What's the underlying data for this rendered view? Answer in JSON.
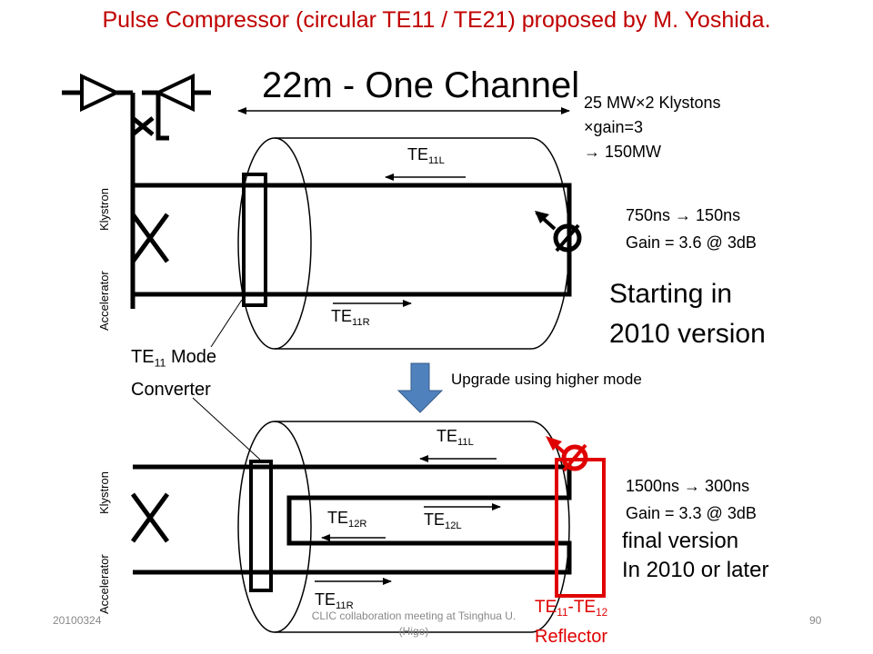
{
  "title": "Pulse Compressor (circular TE11 / TE21) proposed by M. Yoshida.",
  "channel_label": "22m - One Channel",
  "klystron_info": [
    "25 MW×2 Klystons",
    "×gain=3",
    "→ 150MW"
  ],
  "top": {
    "te_top": {
      "base": "TE",
      "sub": "11L"
    },
    "te_bottom": {
      "base": "TE",
      "sub": "11R"
    },
    "timing": "750ns → 150ns",
    "gain": "Gain = 3.6 @ 3dB",
    "version": [
      "Starting in",
      "2010 version"
    ],
    "klystron_label": "Klystron",
    "accelerator_label": "Accelerator"
  },
  "mode_converter": {
    "base": "TE",
    "sub": "11",
    "rest": " Mode",
    "line2": "Converter"
  },
  "upgrade_label": "Upgrade using higher mode",
  "bottom": {
    "te_11l": {
      "base": "TE",
      "sub": "11L"
    },
    "te_12r": {
      "base": "TE",
      "sub": "12R"
    },
    "te_12l": {
      "base": "TE",
      "sub": "12L"
    },
    "te_11r": {
      "base": "TE",
      "sub": "11R"
    },
    "timing": "1500ns → 300ns",
    "gain": "Gain = 3.3 @ 3dB",
    "version": [
      "final version",
      "In 2010 or later"
    ],
    "klystron_label": "Klystron",
    "accelerator_label": "Accelerator"
  },
  "reflector": {
    "base1": "TE",
    "sub1": "11",
    "mid": "-TE",
    "sub2": "12",
    "line2": "Reflector"
  },
  "footer": {
    "date": "20100324",
    "meeting_line1": "CLIC collaboration meeting at Tsinghua U.",
    "meeting_line2": "(Higo)",
    "page": "90"
  },
  "colors": {
    "title": "#c00000",
    "reflector": "#e00000",
    "arrow_fill": "#4f81bd"
  }
}
